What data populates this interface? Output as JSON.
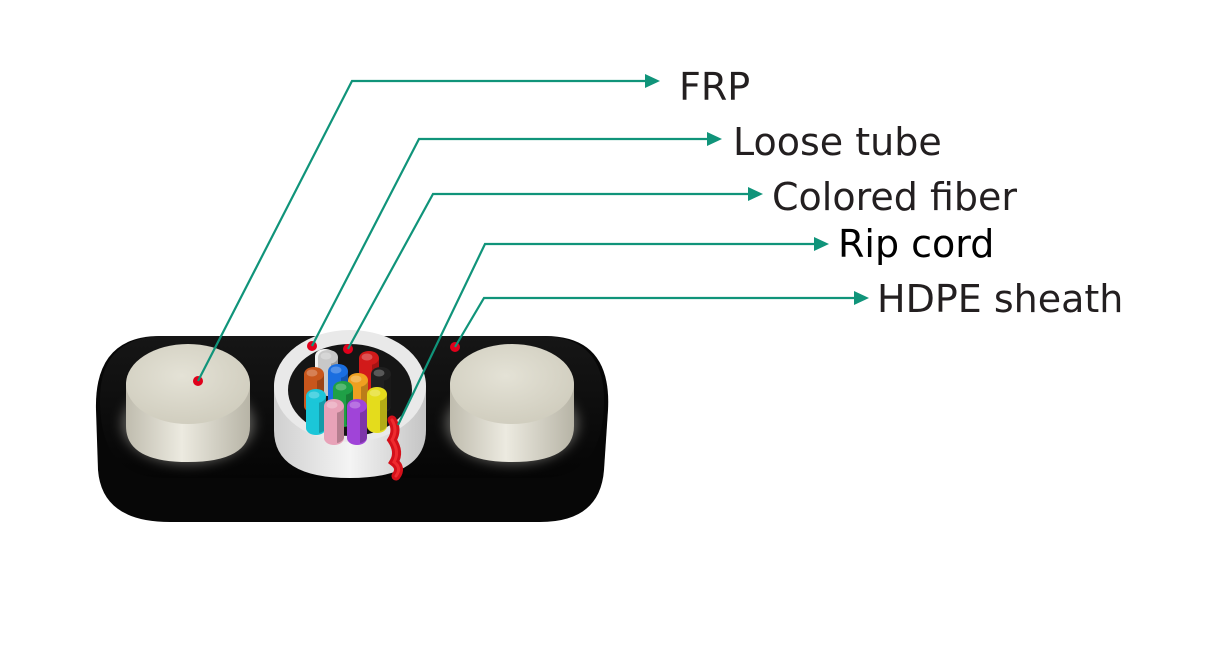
{
  "diagram": {
    "subject": "flat fiber optic cable cross-section",
    "colors": {
      "leader_line": "#10947a",
      "marker_dot": "#e0001b",
      "sheath": "#0b0b0b",
      "frp": "#d9d6c8",
      "loose_tube": "#e6e6e6",
      "rip_cord": "#d4101a",
      "label_text": "#231f20"
    },
    "callouts": [
      {
        "id": "frp",
        "label": "FRP"
      },
      {
        "id": "loose-tube",
        "label": "Loose tube"
      },
      {
        "id": "colored-fiber",
        "label": "Colored fiber"
      },
      {
        "id": "rip-cord",
        "label": "Rip cord"
      },
      {
        "id": "hdpe-sheath",
        "label": "HDPE sheath"
      }
    ],
    "fiber_colors": [
      "#1bc6d8",
      "#e8a2b8",
      "#a044d8",
      "#e4dc1c",
      "#c8561c",
      "#1a6ee0",
      "#1fa046",
      "#f0a020",
      "#d21a1a",
      "#202020",
      "#c8c8c8",
      "#f2f2f2"
    ]
  }
}
